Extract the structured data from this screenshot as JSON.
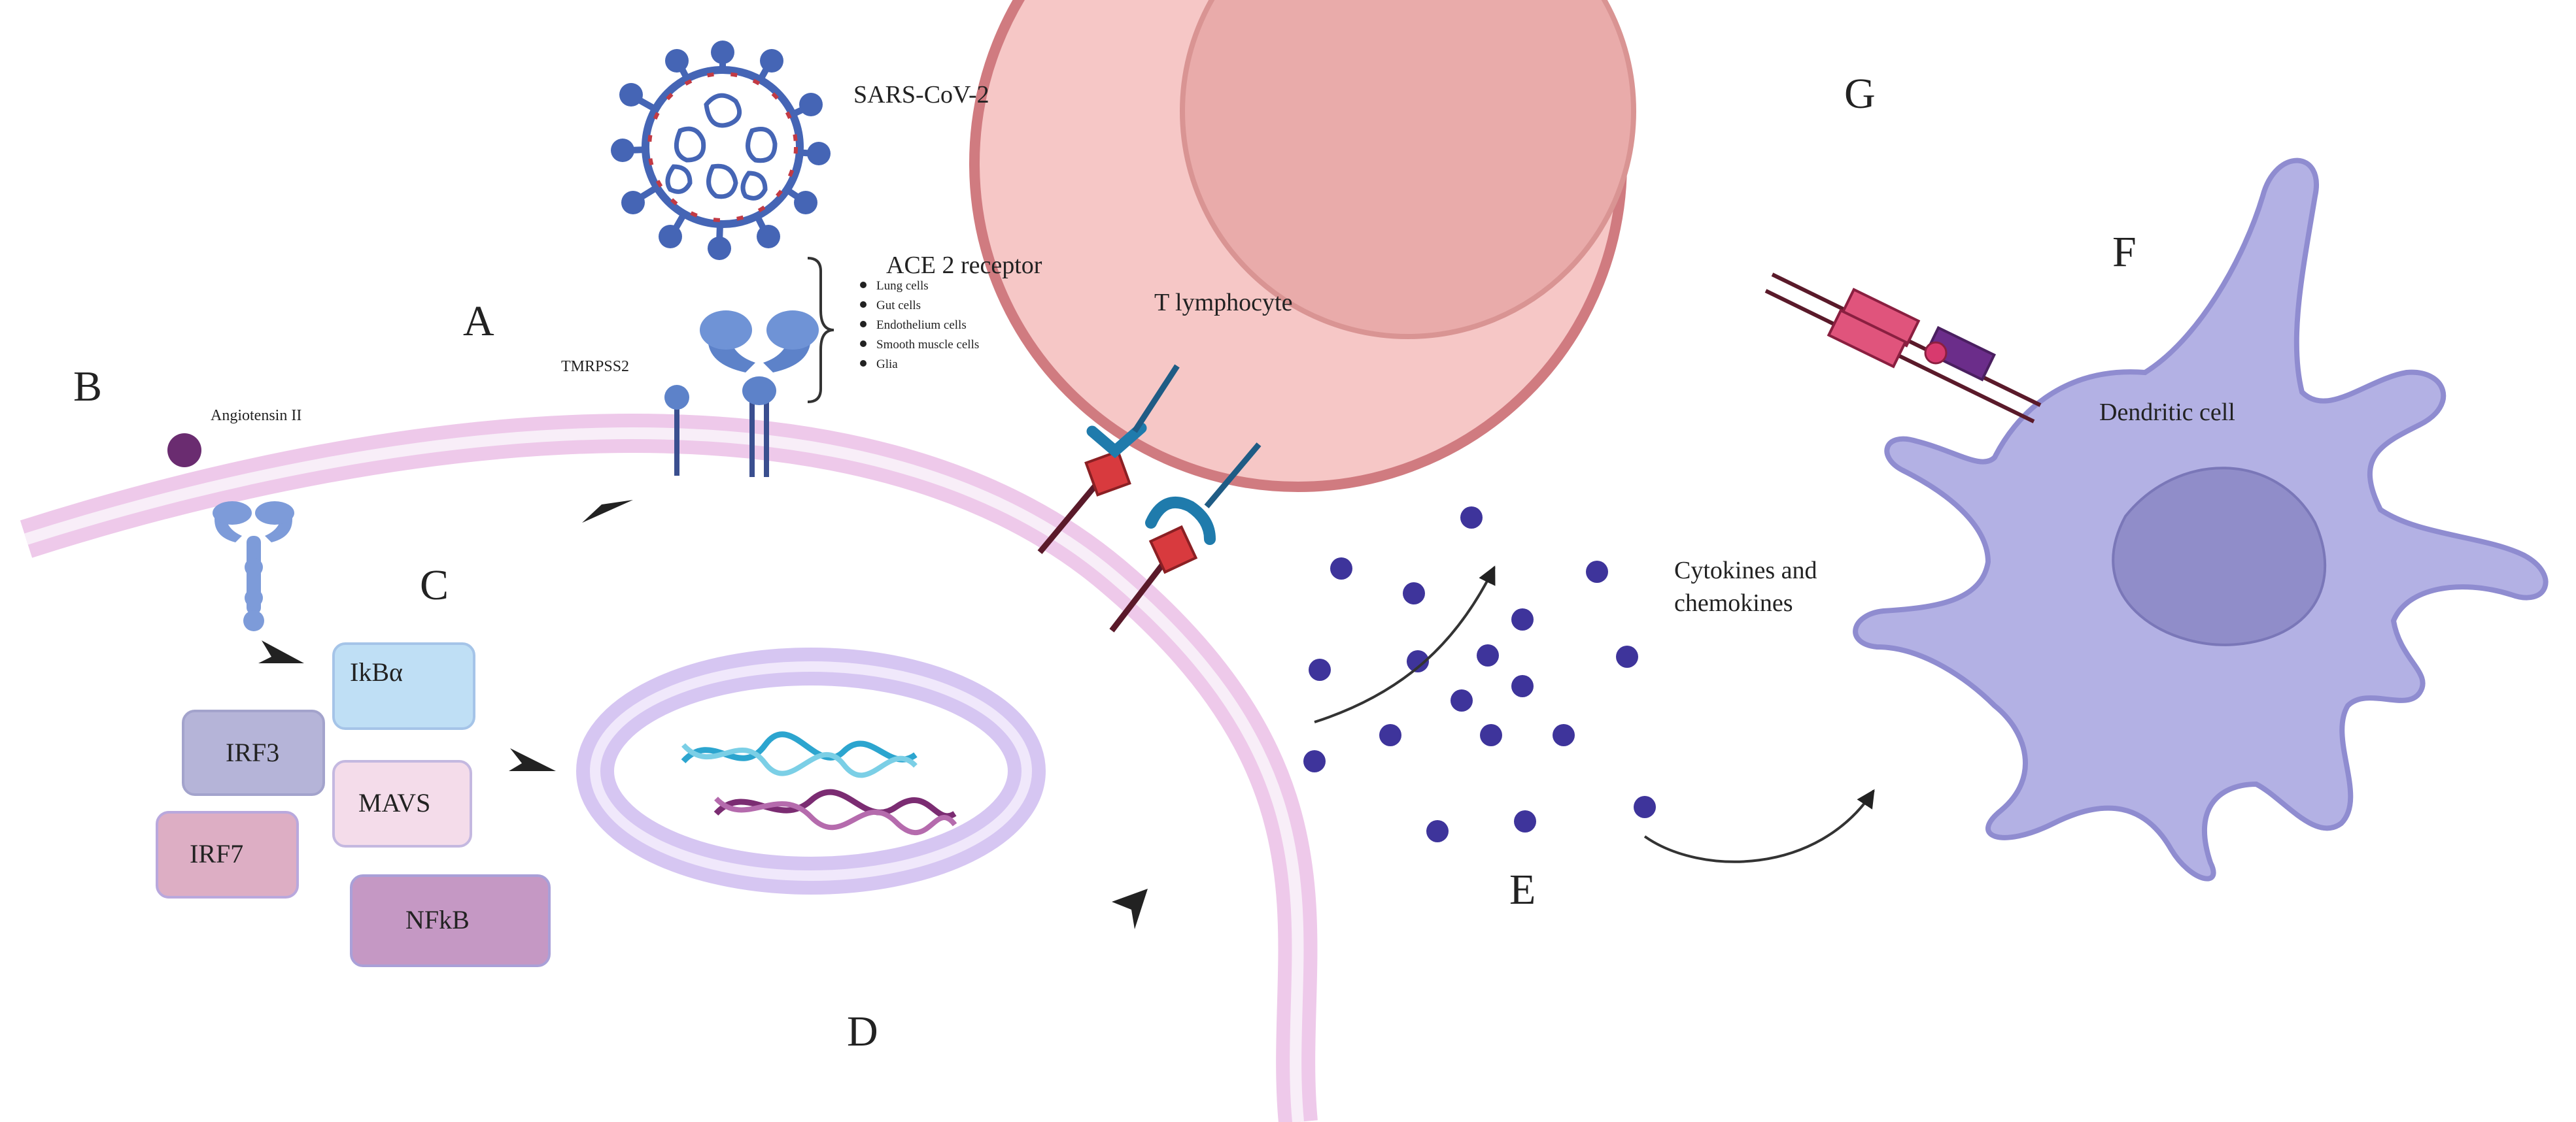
{
  "panel_letters": {
    "a": "A",
    "b": "B",
    "c": "C",
    "d": "D",
    "e": "E",
    "f": "F",
    "g": "G"
  },
  "virus": {
    "name": "SARS-CoV-2"
  },
  "receptor": {
    "title": "ACE 2 receptor",
    "cell_types": [
      "Lung cells",
      "Gut cells",
      "Endothelium cells",
      "Smooth muscle cells",
      "Glia"
    ]
  },
  "protease": {
    "label": "TMRPSS2"
  },
  "ligand": {
    "label": "Angiotensin II"
  },
  "signaling_boxes": {
    "ikba": "IkBα",
    "irf3": "IRF3",
    "mavs": "MAVS",
    "irf7": "IRF7",
    "nfkb": "NFkB"
  },
  "cells": {
    "t_cell": "T lymphocyte",
    "dendritic": "Dendritic cell"
  },
  "cytokines": {
    "line1": "Cytokines and",
    "line2": "chemokines"
  },
  "colors": {
    "membrane": "#eec9ea",
    "t_cell_body": "#f6c7c6",
    "t_cell_nucleus": "#e9abaa",
    "dendritic_body": "#b3b1e4",
    "dendritic_nucleus": "#908dc9",
    "cytokine": "#3e349b",
    "virus_blue": "#4565b5",
    "spike_red": "#c23a44"
  }
}
